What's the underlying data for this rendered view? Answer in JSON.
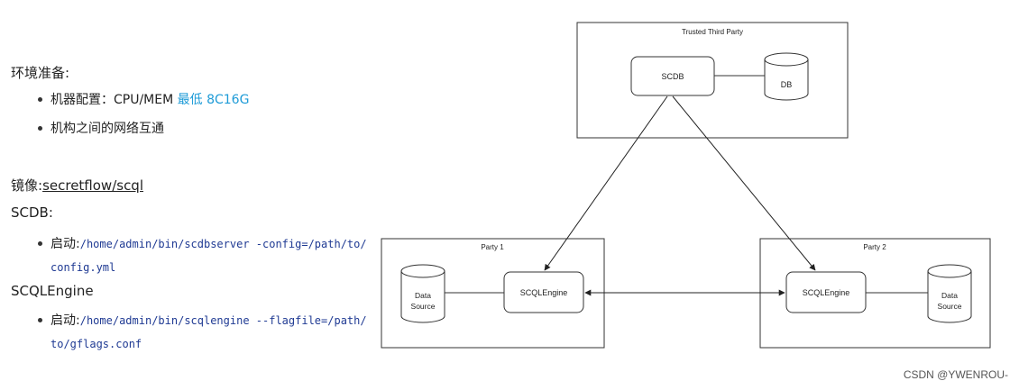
{
  "left": {
    "env_heading": "环境准备:",
    "env_items": [
      {
        "prefix": "机器配置：CPU/MEM ",
        "highlight": "最低 8C16G"
      },
      {
        "prefix": "机构之间的网络互通",
        "highlight": ""
      }
    ],
    "image_label": "镜像:",
    "image_value": "secretflow/scql",
    "scdb_heading": "SCDB:",
    "scdb_start_label": "启动:",
    "scdb_cmd_line1": "/home/admin/bin/scdbserver -config=/path/to/",
    "scdb_cmd_line2": "config.yml",
    "engine_heading": "SCQLEngine",
    "engine_start_label": "启动:",
    "engine_cmd_line1": "/home/admin/bin/scqlengine --flagfile=/path/",
    "engine_cmd_line2": "to/gflags.conf"
  },
  "diagram": {
    "trusted_title": "Trusted Third Party",
    "scdb_node": "SCDB",
    "db_node": "DB",
    "party1_title": "Party 1",
    "party2_title": "Party 2",
    "engine_node_1": "SCQLEngine",
    "engine_node_2": "SCQLEngine",
    "ds_line1": "Data",
    "ds_line2": "Source"
  },
  "watermark": "CSDN @YWENROU-"
}
